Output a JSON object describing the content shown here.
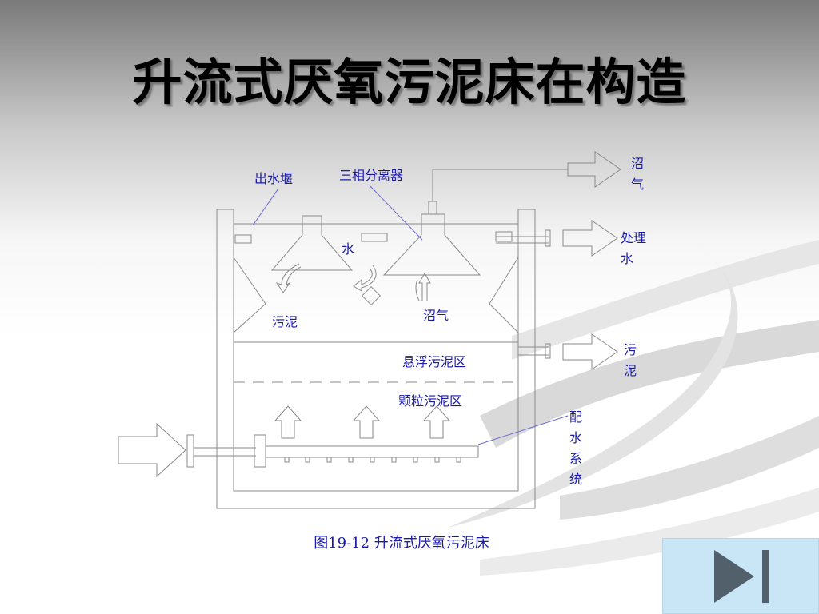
{
  "title": "升流式厌氧污泥床在构造",
  "labels": {
    "outlet_weir": "出水堰",
    "three_phase_separator": "三相分离器",
    "biogas_top_line1": "沼",
    "biogas_top_line2": "气",
    "treated_water_line1": "处理",
    "treated_water_line2": "水",
    "water": "水",
    "sludge": "污泥",
    "biogas": "沼气",
    "suspended_sludge_zone": "悬浮污泥区",
    "granular_sludge_zone": "颗粒污泥区",
    "sludge_out_line1": "污",
    "sludge_out_line2": "泥",
    "distribution_line1": "配",
    "distribution_line2": "水",
    "distribution_line3": "系",
    "distribution_line4": "统"
  },
  "caption": "图19-12  升流式厌氧污泥床",
  "colors": {
    "label": "#1a1aa8",
    "line": "#8a8a8a",
    "button_bg": "#c9e6f7",
    "button_icon": "#52606c"
  },
  "nav": {
    "next_icon": "play-next-icon"
  }
}
